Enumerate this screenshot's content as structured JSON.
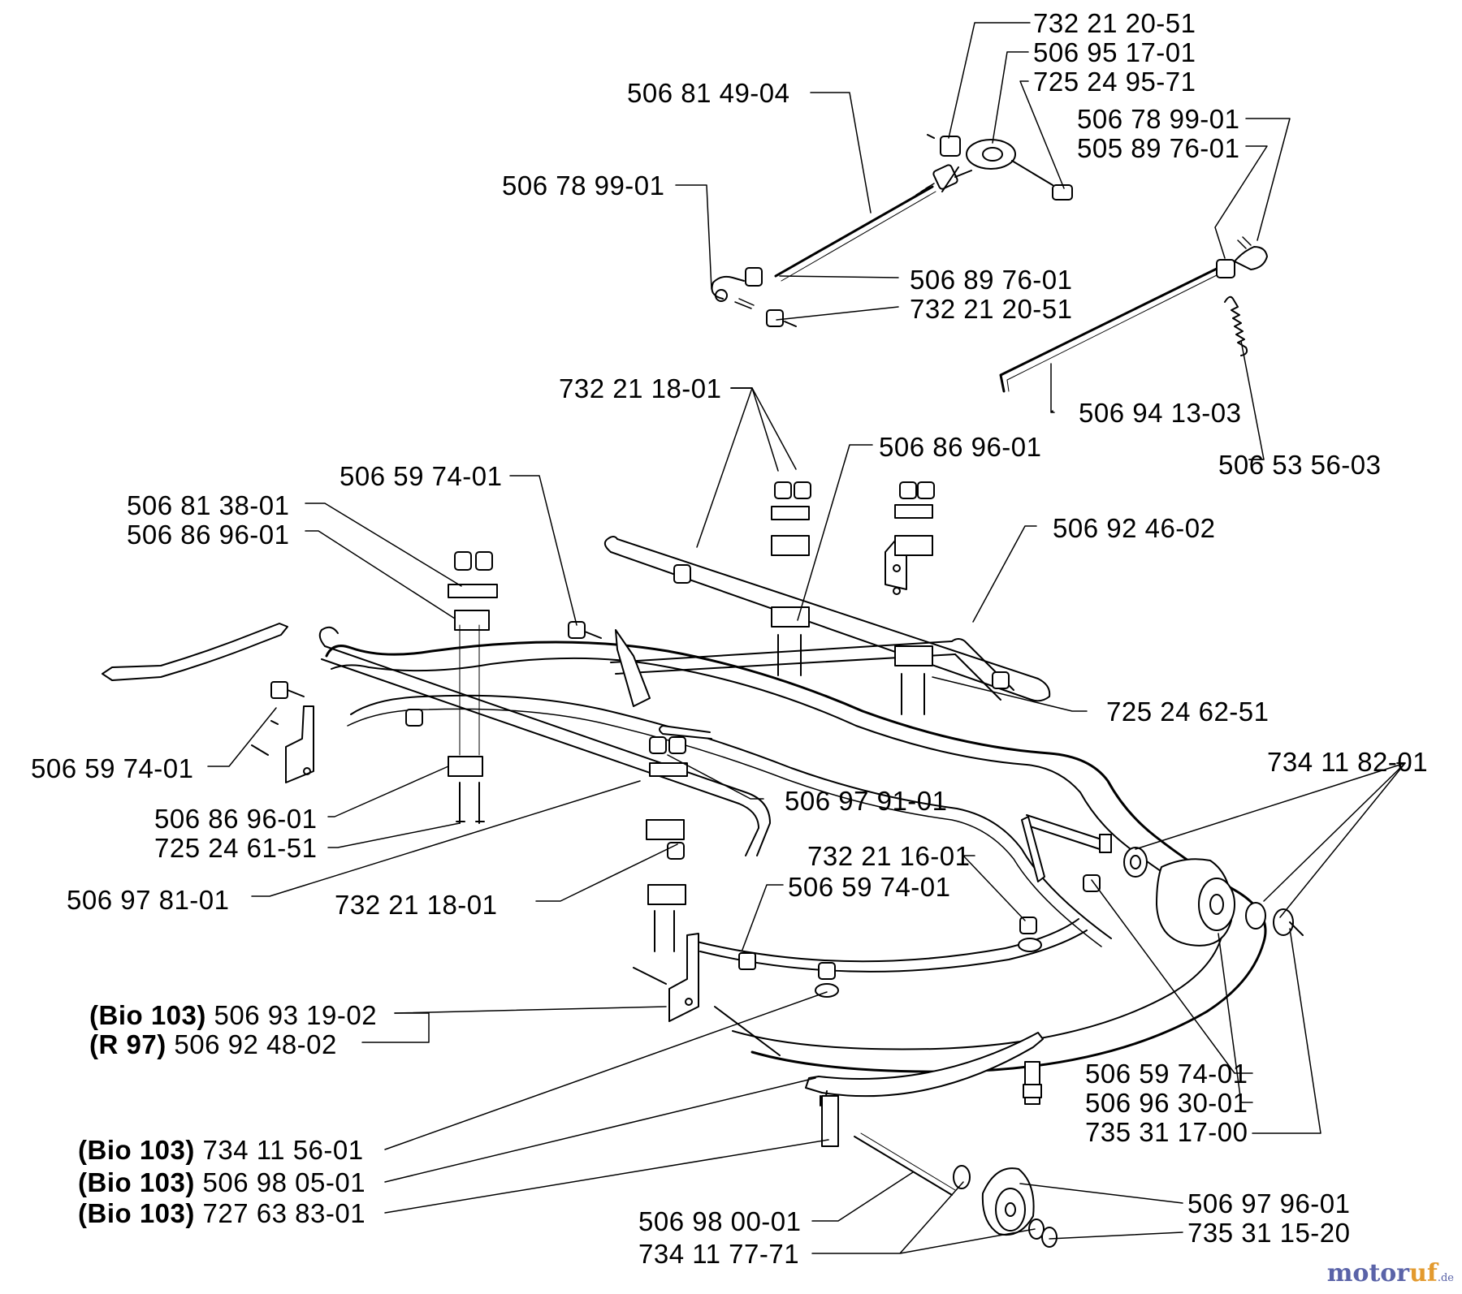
{
  "labels": {
    "l01": "732 21 20-51",
    "l02": "506 95 17-01",
    "l03": "725 24 95-71",
    "l04": "506 81 49-04",
    "l05": "506 78 99-01",
    "l06": "505 89 76-01",
    "l07": "506 78 99-01",
    "l08": "506 89 76-01",
    "l09": "732 21 20-51",
    "l10": "506 94 13-03",
    "l11": "506 53 56-03",
    "l12": "732 21 18-01",
    "l13": "506 86 96-01",
    "l14": "506 59 74-01",
    "l15": "506 81 38-01",
    "l16": "506 86 96-01",
    "l17": "506 92 46-02",
    "l18": "725 24 62-51",
    "l19": "734 11 82-01",
    "l20": "506 59 74-01",
    "l21": "506 97 91-01",
    "l22": "506 86 96-01",
    "l23": "725 24 61-51",
    "l24": "732 21 16-01",
    "l25": "506 97 81-01",
    "l26": "732 21 18-01",
    "l27": "506 59 74-01",
    "l28": "506 93 19-02",
    "l29": "506 92 48-02",
    "l30": "506 59 74-01",
    "l31": "506 96 30-01",
    "l32": "735 31 17-00",
    "l33": "734 11 56-01",
    "l34": "506 98 05-01",
    "l35": "727 63 83-01",
    "l36": "506 97 96-01",
    "l37": "506 98 00-01",
    "l38": "735 31 15-20",
    "l39": "734 11 77-71"
  },
  "prefixes": {
    "bio103": "(Bio 103)",
    "r97": "(R 97)"
  },
  "watermark": {
    "part1": "motor",
    "part2": "uf",
    "suffix": ".de",
    "color_primary": "#5a63a8",
    "color_accent": "#e39a2e"
  }
}
